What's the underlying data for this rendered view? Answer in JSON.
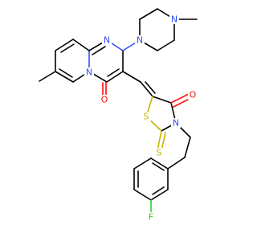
{
  "molecule": {
    "atoms": {
      "n_pyrido": {
        "symbol": "N",
        "color": "#3050F8"
      },
      "n_pyrimidine": {
        "symbol": "N",
        "color": "#3050F8"
      },
      "n_pip1": {
        "symbol": "N",
        "color": "#3050F8"
      },
      "n_pip4": {
        "symbol": "N",
        "color": "#3050F8"
      },
      "n_thiazolidine": {
        "symbol": "N",
        "color": "#3050F8"
      },
      "o_pyridone": {
        "symbol": "O",
        "color": "#FF0D0D"
      },
      "o_thiazolidinone": {
        "symbol": "O",
        "color": "#FF0D0D"
      },
      "s_ring": {
        "symbol": "S",
        "color": "#C8B400"
      },
      "s_thione": {
        "symbol": "S",
        "color": "#C8B400"
      },
      "f_aryl": {
        "symbol": "F",
        "color": "#33CC33"
      }
    }
  }
}
